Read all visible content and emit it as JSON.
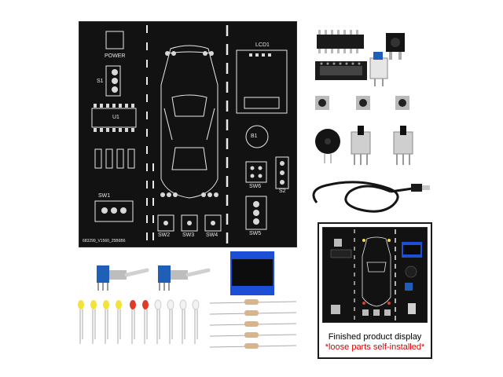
{
  "board": {
    "labels": {
      "power": "POWER",
      "lcd": "LCD1",
      "s1": "S1",
      "u1": "U1",
      "b1": "B1",
      "sw6": "SW6",
      "s2": "S2",
      "sw1": "SW1",
      "sw2": "SW2",
      "sw3": "SW3",
      "sw4": "SW4",
      "sw5": "SW5",
      "code": "683299_V1560_25B6B6"
    }
  },
  "inset": {
    "caption_line1": "Finished product display",
    "caption_line2": "*loose parts self-installed*",
    "caption_color": "#000000",
    "note_color": "#e00000"
  },
  "colors": {
    "pcb": "#121212",
    "silk": "#e8e8e8",
    "inset_border": "#1a1a1a",
    "led_yellow": "#f4e23a",
    "led_red": "#e23a2a",
    "led_white": "#f2f2f2",
    "switch_blue": "#1f5fb8",
    "oled_blue": "#1c4fd6"
  }
}
